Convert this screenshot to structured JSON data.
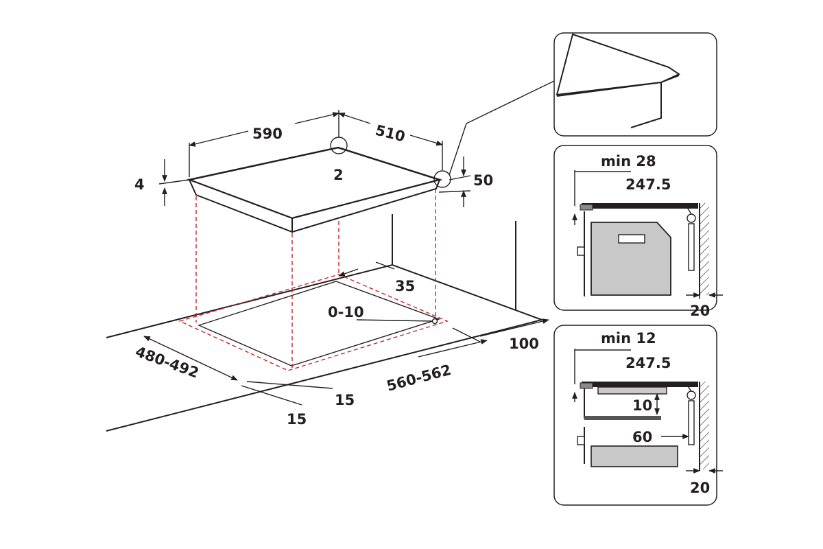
{
  "main_view": {
    "dims": {
      "width_590": "590",
      "depth_510": "510",
      "corner_2": "2",
      "thickness_4": "4",
      "height_50": "50",
      "gap_35": "35",
      "offset_0_10": "0-10",
      "depth_480_492": "480-492",
      "width_560_562": "560-562",
      "clear_100": "100",
      "margin_15_a": "15",
      "margin_15_b": "15"
    }
  },
  "detail_top": {
    "min_label": "min 28",
    "value_247_5": "247.5",
    "wall_gap": "20"
  },
  "detail_bottom": {
    "min_label": "min 12",
    "value_247_5": "247.5",
    "gap_10": "10",
    "gap_60": "60",
    "wall_gap": "20"
  },
  "colors": {
    "line": "#231f20",
    "cutout_dash": "#c8242b",
    "oven_fill": "#c8c8c8"
  }
}
